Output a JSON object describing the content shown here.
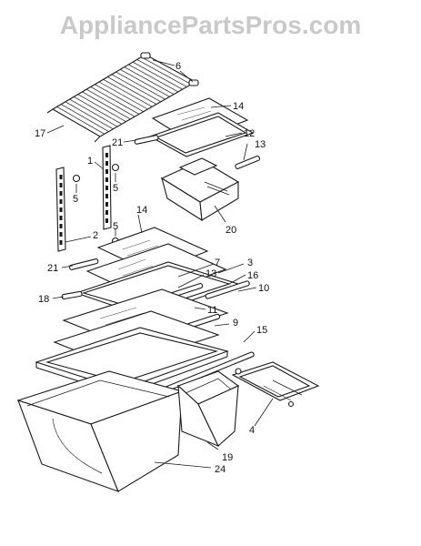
{
  "watermark": "AppliancePartsPros.com",
  "callouts": {
    "c1": "1",
    "c2": "2",
    "c3": "3",
    "c4": "4",
    "c5a": "5",
    "c5b": "5",
    "c5c": "5",
    "c6": "6",
    "c7": "7",
    "c9": "9",
    "c10": "10",
    "c11": "11",
    "c12": "12",
    "c13a": "13",
    "c13b": "13",
    "c14a": "14",
    "c14b": "14",
    "c15": "15",
    "c16": "16",
    "c17": "17",
    "c18": "18",
    "c19": "19",
    "c20": "20",
    "c21a": "21",
    "c21b": "21",
    "c24": "24"
  },
  "colors": {
    "line": "#1a1a1a",
    "watermark": "#c9c9c9",
    "background": "#ffffff"
  }
}
